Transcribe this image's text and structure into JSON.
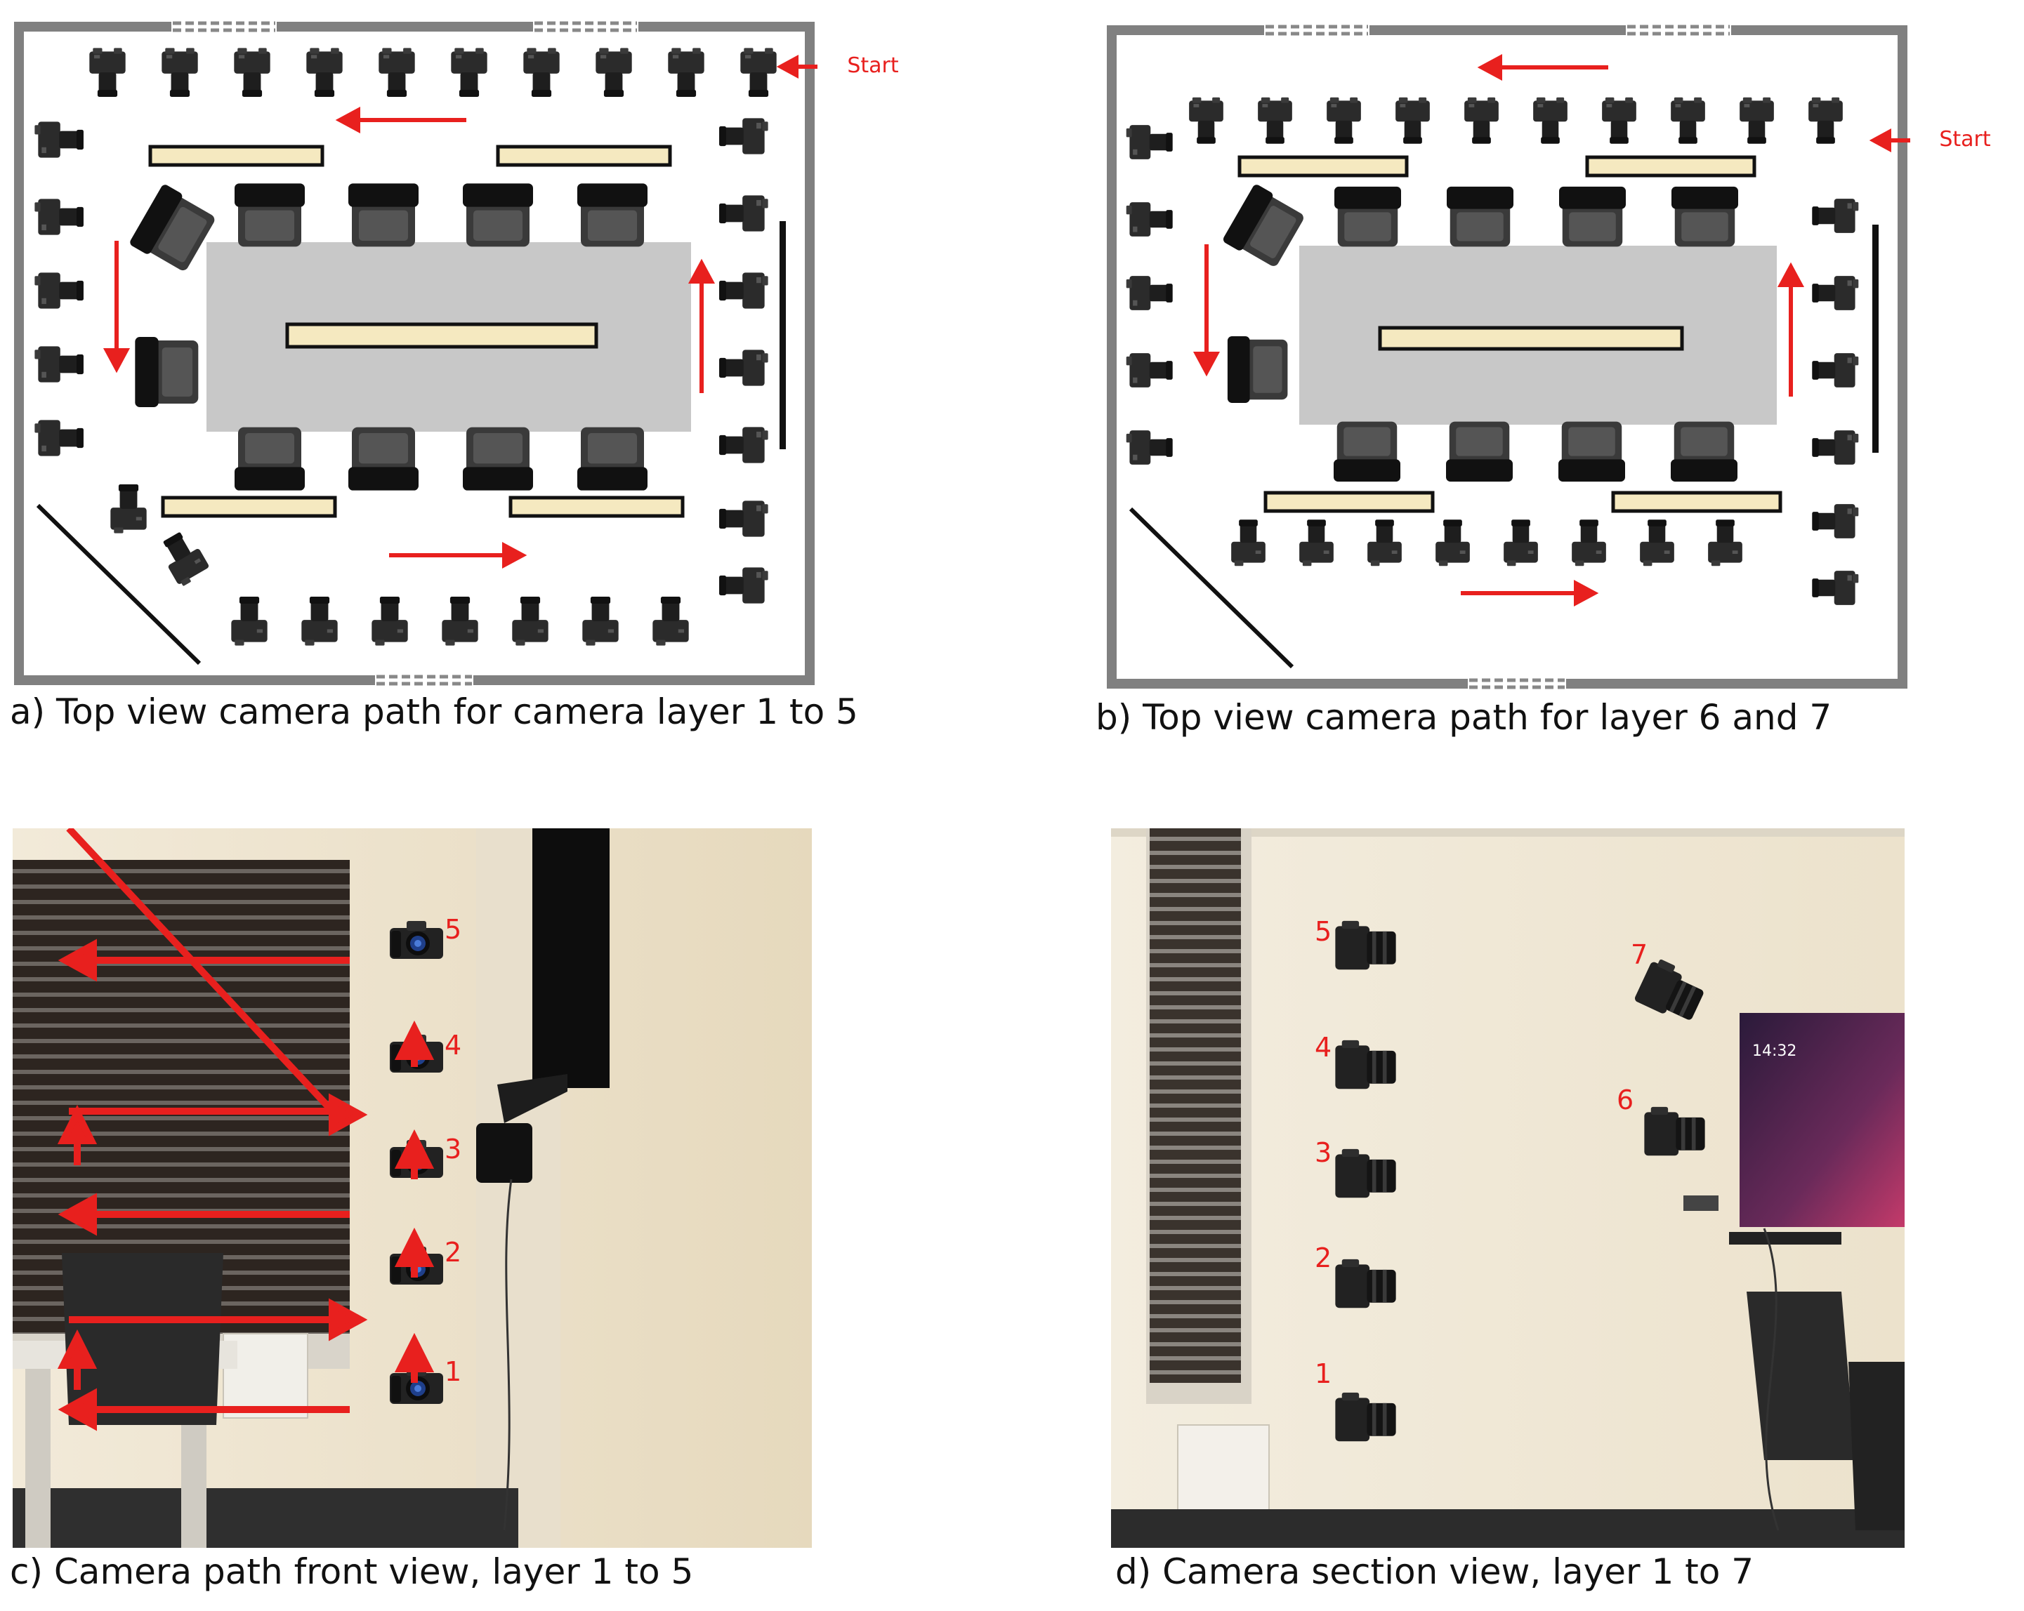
{
  "panels": {
    "a": {
      "caption": "a)   Top view camera path for camera layer 1 to 5",
      "start_label": "Start"
    },
    "b": {
      "caption": "b) Top view camera path for layer 6 and 7",
      "start_label": "Start"
    },
    "c": {
      "caption": "c) Camera path front view, layer 1 to 5",
      "layer_numbers": [
        "1",
        "2",
        "3",
        "4",
        "5"
      ]
    },
    "d": {
      "caption": "d) Camera section view, layer 1 to 7",
      "layer_numbers": [
        "1",
        "2",
        "3",
        "4",
        "5",
        "6",
        "7"
      ],
      "screen_time": "14:32"
    }
  },
  "colors": {
    "arrow": "#e8201e",
    "wall": "#808080",
    "table": "#c8c8c8",
    "shelf": "#f5e9c0",
    "camera": "#2a2a2a",
    "room_wall": "#efe6d2"
  }
}
